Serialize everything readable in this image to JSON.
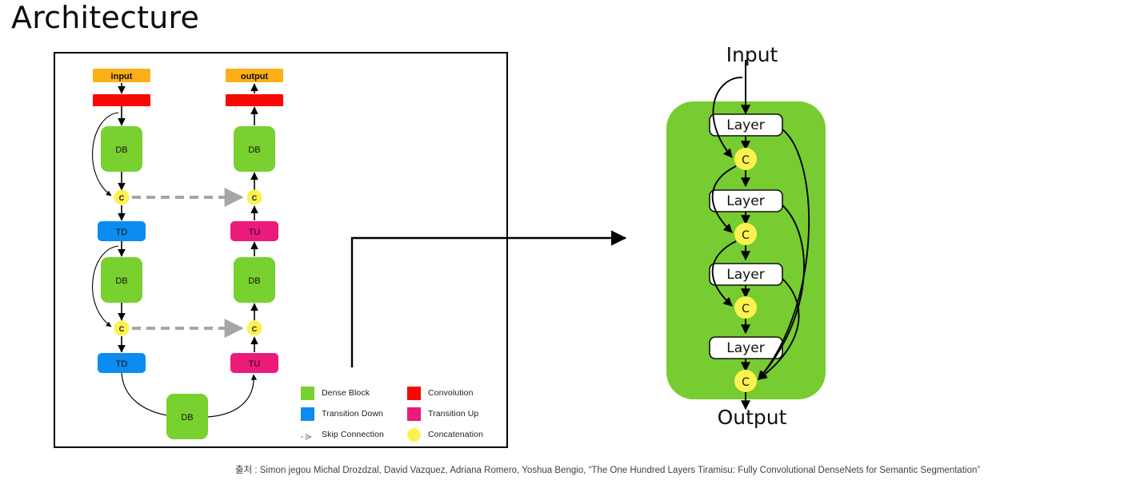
{
  "page": {
    "title": "Architecture",
    "background": "#ffffff"
  },
  "colors": {
    "dense_block": "#78d12e",
    "dense_block_right": "#76cc31",
    "convolution": "#fb0505",
    "transition_down": "#0c8cf0",
    "transition_up": "#ec1a7b",
    "concatenation": "#fcf24f",
    "input_output_bar": "#fcaf17",
    "skip_connection": "#a6a6a6",
    "stroke": "#000000",
    "panel_border": "#000000",
    "layer_box_fill": "#ffffff",
    "citation_text": "#3f3f46"
  },
  "left_panel": {
    "name": "fc-densenet-architecture",
    "encoder": {
      "input_bar_label": "input",
      "nodes": [
        {
          "type": "convolution",
          "label": ""
        },
        {
          "type": "dense_block",
          "label": "DB"
        },
        {
          "type": "concatenation",
          "label": "C"
        },
        {
          "type": "transition_down",
          "label": "TD"
        },
        {
          "type": "dense_block",
          "label": "DB"
        },
        {
          "type": "concatenation",
          "label": "C"
        },
        {
          "type": "transition_down",
          "label": "TD"
        }
      ]
    },
    "bottleneck": {
      "type": "dense_block",
      "label": "DB"
    },
    "decoder": {
      "output_bar_label": "output",
      "nodes": [
        {
          "type": "convolution",
          "label": ""
        },
        {
          "type": "dense_block",
          "label": "DB"
        },
        {
          "type": "concatenation",
          "label": "C"
        },
        {
          "type": "transition_up",
          "label": "TU"
        },
        {
          "type": "dense_block",
          "label": "DB"
        },
        {
          "type": "concatenation",
          "label": "C"
        },
        {
          "type": "transition_up",
          "label": "TU"
        }
      ]
    },
    "skip_connections": 2
  },
  "legend": {
    "column_a": [
      {
        "swatch": "square",
        "color": "#78d12e",
        "label": "Dense Block"
      },
      {
        "swatch": "square",
        "color": "#0c8cf0",
        "label": "Transition Down"
      },
      {
        "swatch": "dashed-arrow",
        "color": "#a6a6a6",
        "label": "Skip Connection"
      }
    ],
    "column_b": [
      {
        "swatch": "square",
        "color": "#fb0505",
        "label": "Convolution"
      },
      {
        "swatch": "square",
        "color": "#ec1a7b",
        "label": "Transition Up"
      },
      {
        "swatch": "circle",
        "color": "#fcf24f",
        "label": "Concatenation"
      }
    ]
  },
  "right_diagram": {
    "name": "dense-block-detail",
    "input_label": "Input",
    "output_label": "Output",
    "layers": [
      {
        "label": "Layer"
      },
      {
        "label": "Layer"
      },
      {
        "label": "Layer"
      },
      {
        "label": "Layer"
      }
    ],
    "concatenations": [
      {
        "label": "C"
      },
      {
        "label": "C"
      },
      {
        "label": "C"
      },
      {
        "label": "C"
      }
    ]
  },
  "citation": {
    "text": "출처 : Simon jegou Michal Drozdzal, David Vazquez, Adriana Romero, Yoshua Bengio, “The One Hundred Layers Tiramisu: Fully Convolutional DenseNets for Semantic Segmentation”"
  }
}
